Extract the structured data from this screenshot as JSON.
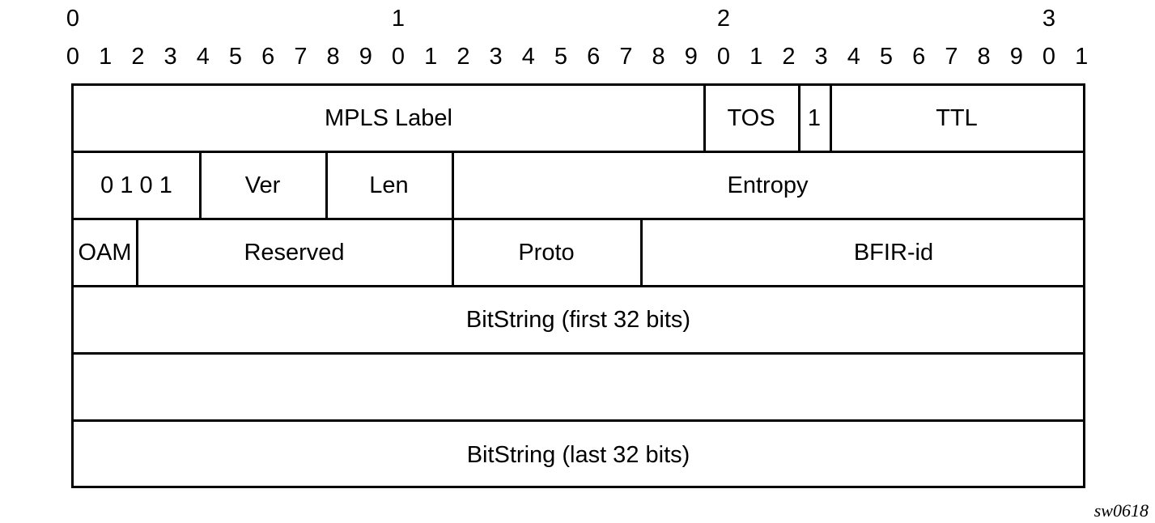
{
  "bit_ruler": {
    "tens": [
      "0",
      "1",
      "2",
      "3"
    ],
    "units": [
      "0",
      "1",
      "2",
      "3",
      "4",
      "5",
      "6",
      "7",
      "8",
      "9",
      "0",
      "1",
      "2",
      "3",
      "4",
      "5",
      "6",
      "7",
      "8",
      "9",
      "0",
      "1",
      "2",
      "3",
      "4",
      "5",
      "6",
      "7",
      "8",
      "9",
      "0",
      "1"
    ]
  },
  "rows": [
    {
      "fields": [
        {
          "label": "MPLS Label",
          "bits": 20
        },
        {
          "label": "TOS",
          "bits": 3
        },
        {
          "label": "1",
          "bits": 1
        },
        {
          "label": "TTL",
          "bits": 8
        }
      ]
    },
    {
      "fields": [
        {
          "label": "0 1 0 1",
          "bits": 4
        },
        {
          "label": "Ver",
          "bits": 4
        },
        {
          "label": "Len",
          "bits": 4
        },
        {
          "label": "Entropy",
          "bits": 20
        }
      ]
    },
    {
      "fields": [
        {
          "label": "OAM",
          "bits": 2
        },
        {
          "label": "Reserved",
          "bits": 10
        },
        {
          "label": "Proto",
          "bits": 6
        },
        {
          "label": "BFIR-id",
          "bits": 16
        }
      ]
    },
    {
      "fields": [
        {
          "label": "BitString (first 32 bits)",
          "bits": 32
        }
      ]
    },
    {
      "fields": [
        {
          "label": "",
          "bits": 32
        }
      ]
    },
    {
      "fields": [
        {
          "label": "BitString (last 32 bits)",
          "bits": 32
        }
      ]
    }
  ],
  "figure_id": "sw0618"
}
